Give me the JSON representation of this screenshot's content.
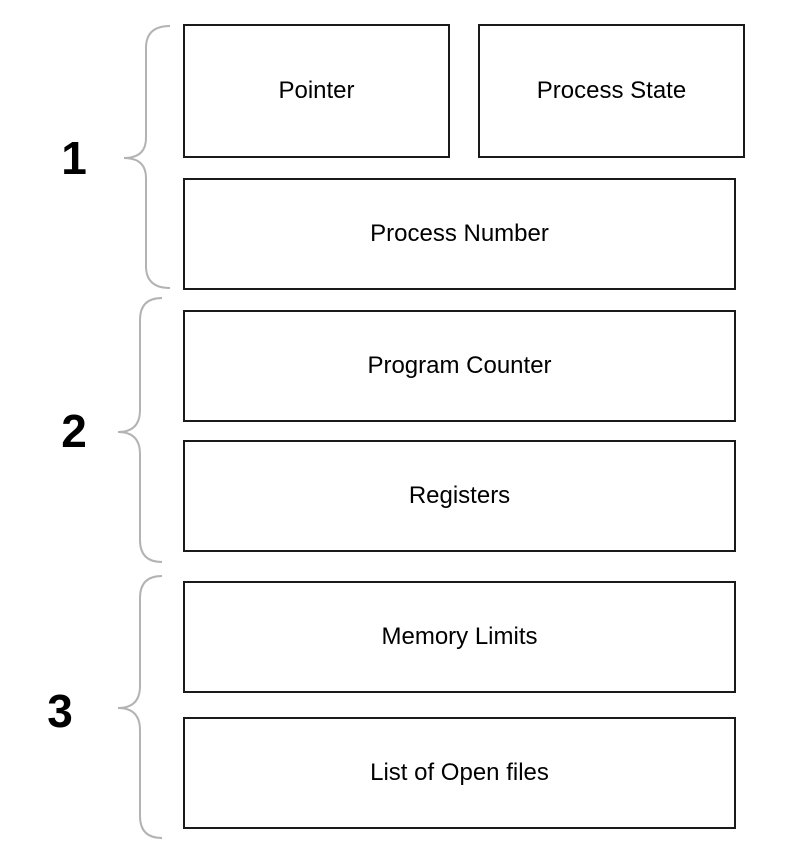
{
  "groups": [
    {
      "number": "1",
      "fields": [
        "Pointer",
        "Process State",
        "Process Number"
      ]
    },
    {
      "number": "2",
      "fields": [
        "Program Counter",
        "Registers"
      ]
    },
    {
      "number": "3",
      "fields": [
        "Memory Limits",
        "List of Open files"
      ]
    }
  ],
  "colors": {
    "box_border": "#1a1a1a",
    "brace": "#b3b3b3",
    "text": "#000000"
  }
}
